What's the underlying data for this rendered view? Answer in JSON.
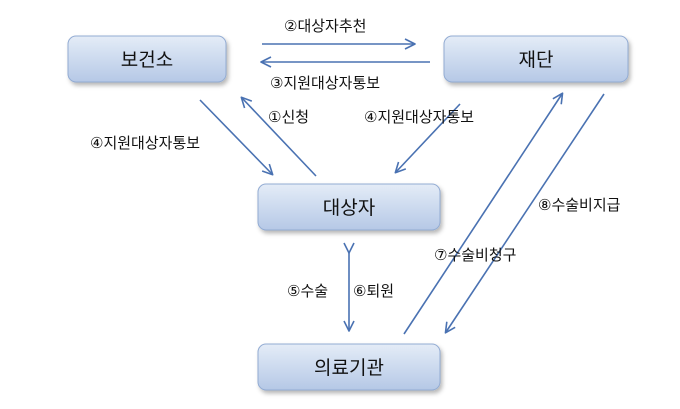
{
  "nodes": {
    "health_center": "보건소",
    "foundation": "재단",
    "beneficiary": "대상자",
    "medical_institution": "의료기관"
  },
  "edges": {
    "recommend": "②대상자추천",
    "notify_health_center": "③지원대상자통보",
    "apply": "①신청",
    "notify_left": "④지원대상자통보",
    "notify_right": "④지원대상자통보",
    "surgery": "⑤수술",
    "discharge": "⑥퇴원",
    "claim_cost": "⑦수술비청구",
    "pay_cost": "⑧수술비지급"
  },
  "colors": {
    "node_fill_top": "#e3ebf6",
    "node_fill_bottom": "#b6c9e6",
    "node_border": "#8fa9d2",
    "arrow": "#4a72b2"
  }
}
